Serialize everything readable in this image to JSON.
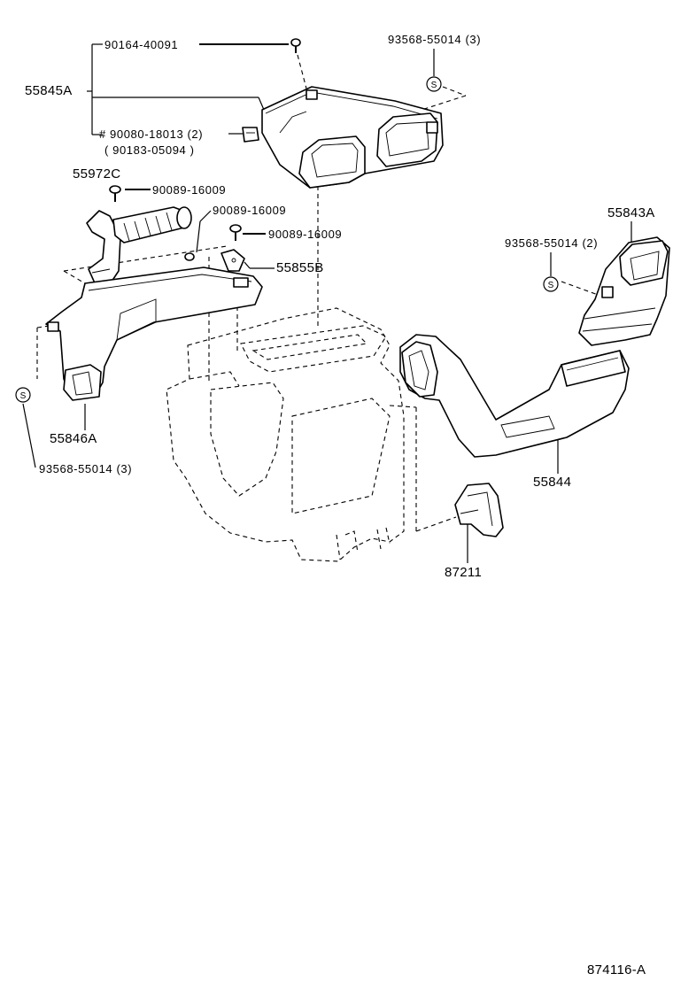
{
  "labels": {
    "p90164": "90164-40091",
    "p93568_top": "93568-55014 (3)",
    "p55845A": "55845A",
    "p90080": "# 90080-18013 (2)",
    "p90183": "( 90183-05094 )",
    "p55972C": "55972C",
    "p90089_a": "90089-16009",
    "p90089_b": "90089-16009",
    "p90089_c": "90089-16009",
    "p55855B": "55855B",
    "p55843A": "55843A",
    "p93568_right": "93568-55014 (2)",
    "p55846A": "55846A",
    "p93568_left": "93568-55014 (3)",
    "p55844": "55844",
    "p87211": "87211",
    "code": "874116-A"
  },
  "screw_symbol": "S"
}
